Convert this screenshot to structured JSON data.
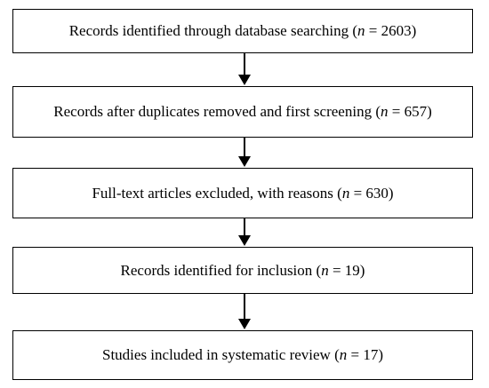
{
  "steps": [
    {
      "text_before": "Records identified through database searching (",
      "n_symbol": "n",
      "text_after": " = 2603)"
    },
    {
      "text_before": "Records after duplicates removed and first screening (",
      "n_symbol": "n",
      "text_after": " = 657)"
    },
    {
      "text_before": "Full-text articles excluded, with reasons (",
      "n_symbol": "n",
      "text_after": " = 630)"
    },
    {
      "text_before": "Records identified for inclusion (",
      "n_symbol": "n",
      "text_after": " = 19)"
    },
    {
      "text_before": "Studies included in systematic review (",
      "n_symbol": "n",
      "text_after": " = 17)"
    }
  ]
}
